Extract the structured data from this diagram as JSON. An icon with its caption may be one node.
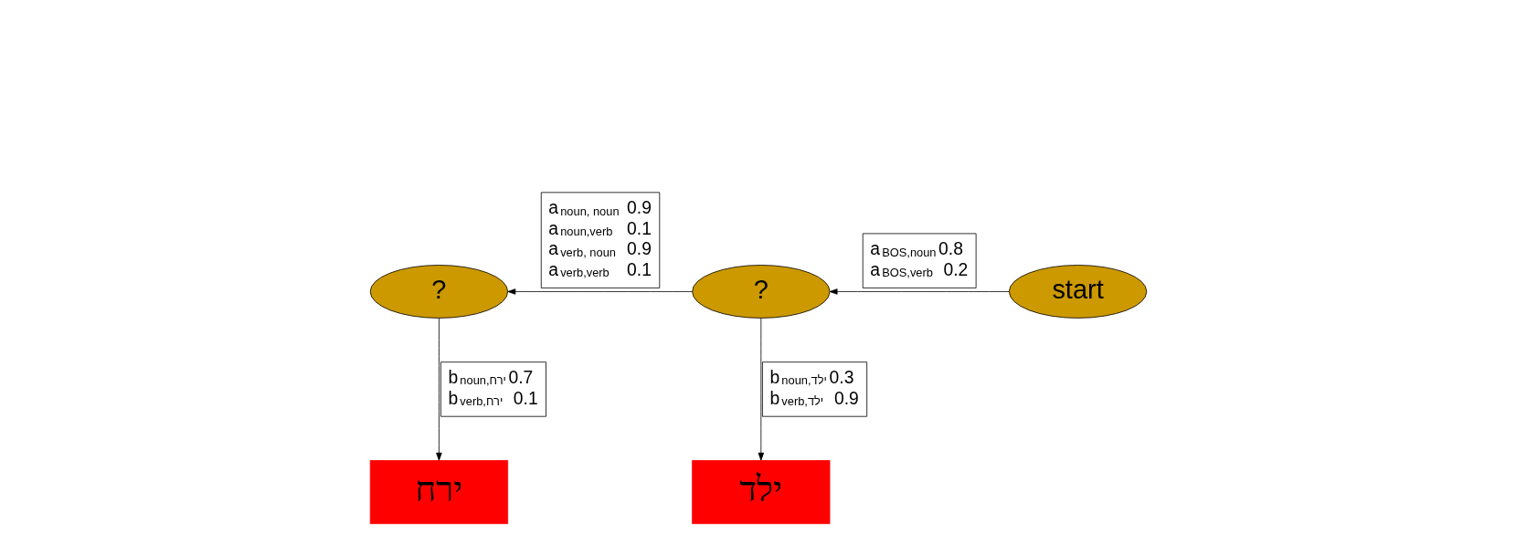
{
  "diagram": {
    "nodes": [
      {
        "text": [
          "?"
        ]
      },
      {
        "text": [
          "?"
        ]
      },
      {
        "text": [
          "start"
        ]
      },
      {
        "text": [
          "ירח"
        ]
      },
      {
        "text": [
          "ילד"
        ]
      }
    ],
    "edges": [
      {
        "from": 2,
        "to": 1,
        "arrow": "to",
        "label": "a$_{BOS,noun}$0.8 a$_{BOS,verb}$ 0.2"
      },
      {
        "from": 1,
        "to": 0,
        "arrow": "to",
        "label": "a$_{noun, noun}$ 0.9 a$_{noun,verb}$ 0.1 a$_{verb, noun}$ 0.9 a$_{verb,verb}$ 0.1"
      },
      {
        "from": 0,
        "to": 3,
        "arrow": "to",
        "label": "b$_{noun,ירח}$0.7 b$_{verb,ירח}$ 0.1"
      },
      {
        "from": 1,
        "to": 4,
        "arrow": "to",
        "label": "b$_{noun,ילד}$0.3 b$_{verb,ילד}$ 0.9"
      }
    ]
  }
}
